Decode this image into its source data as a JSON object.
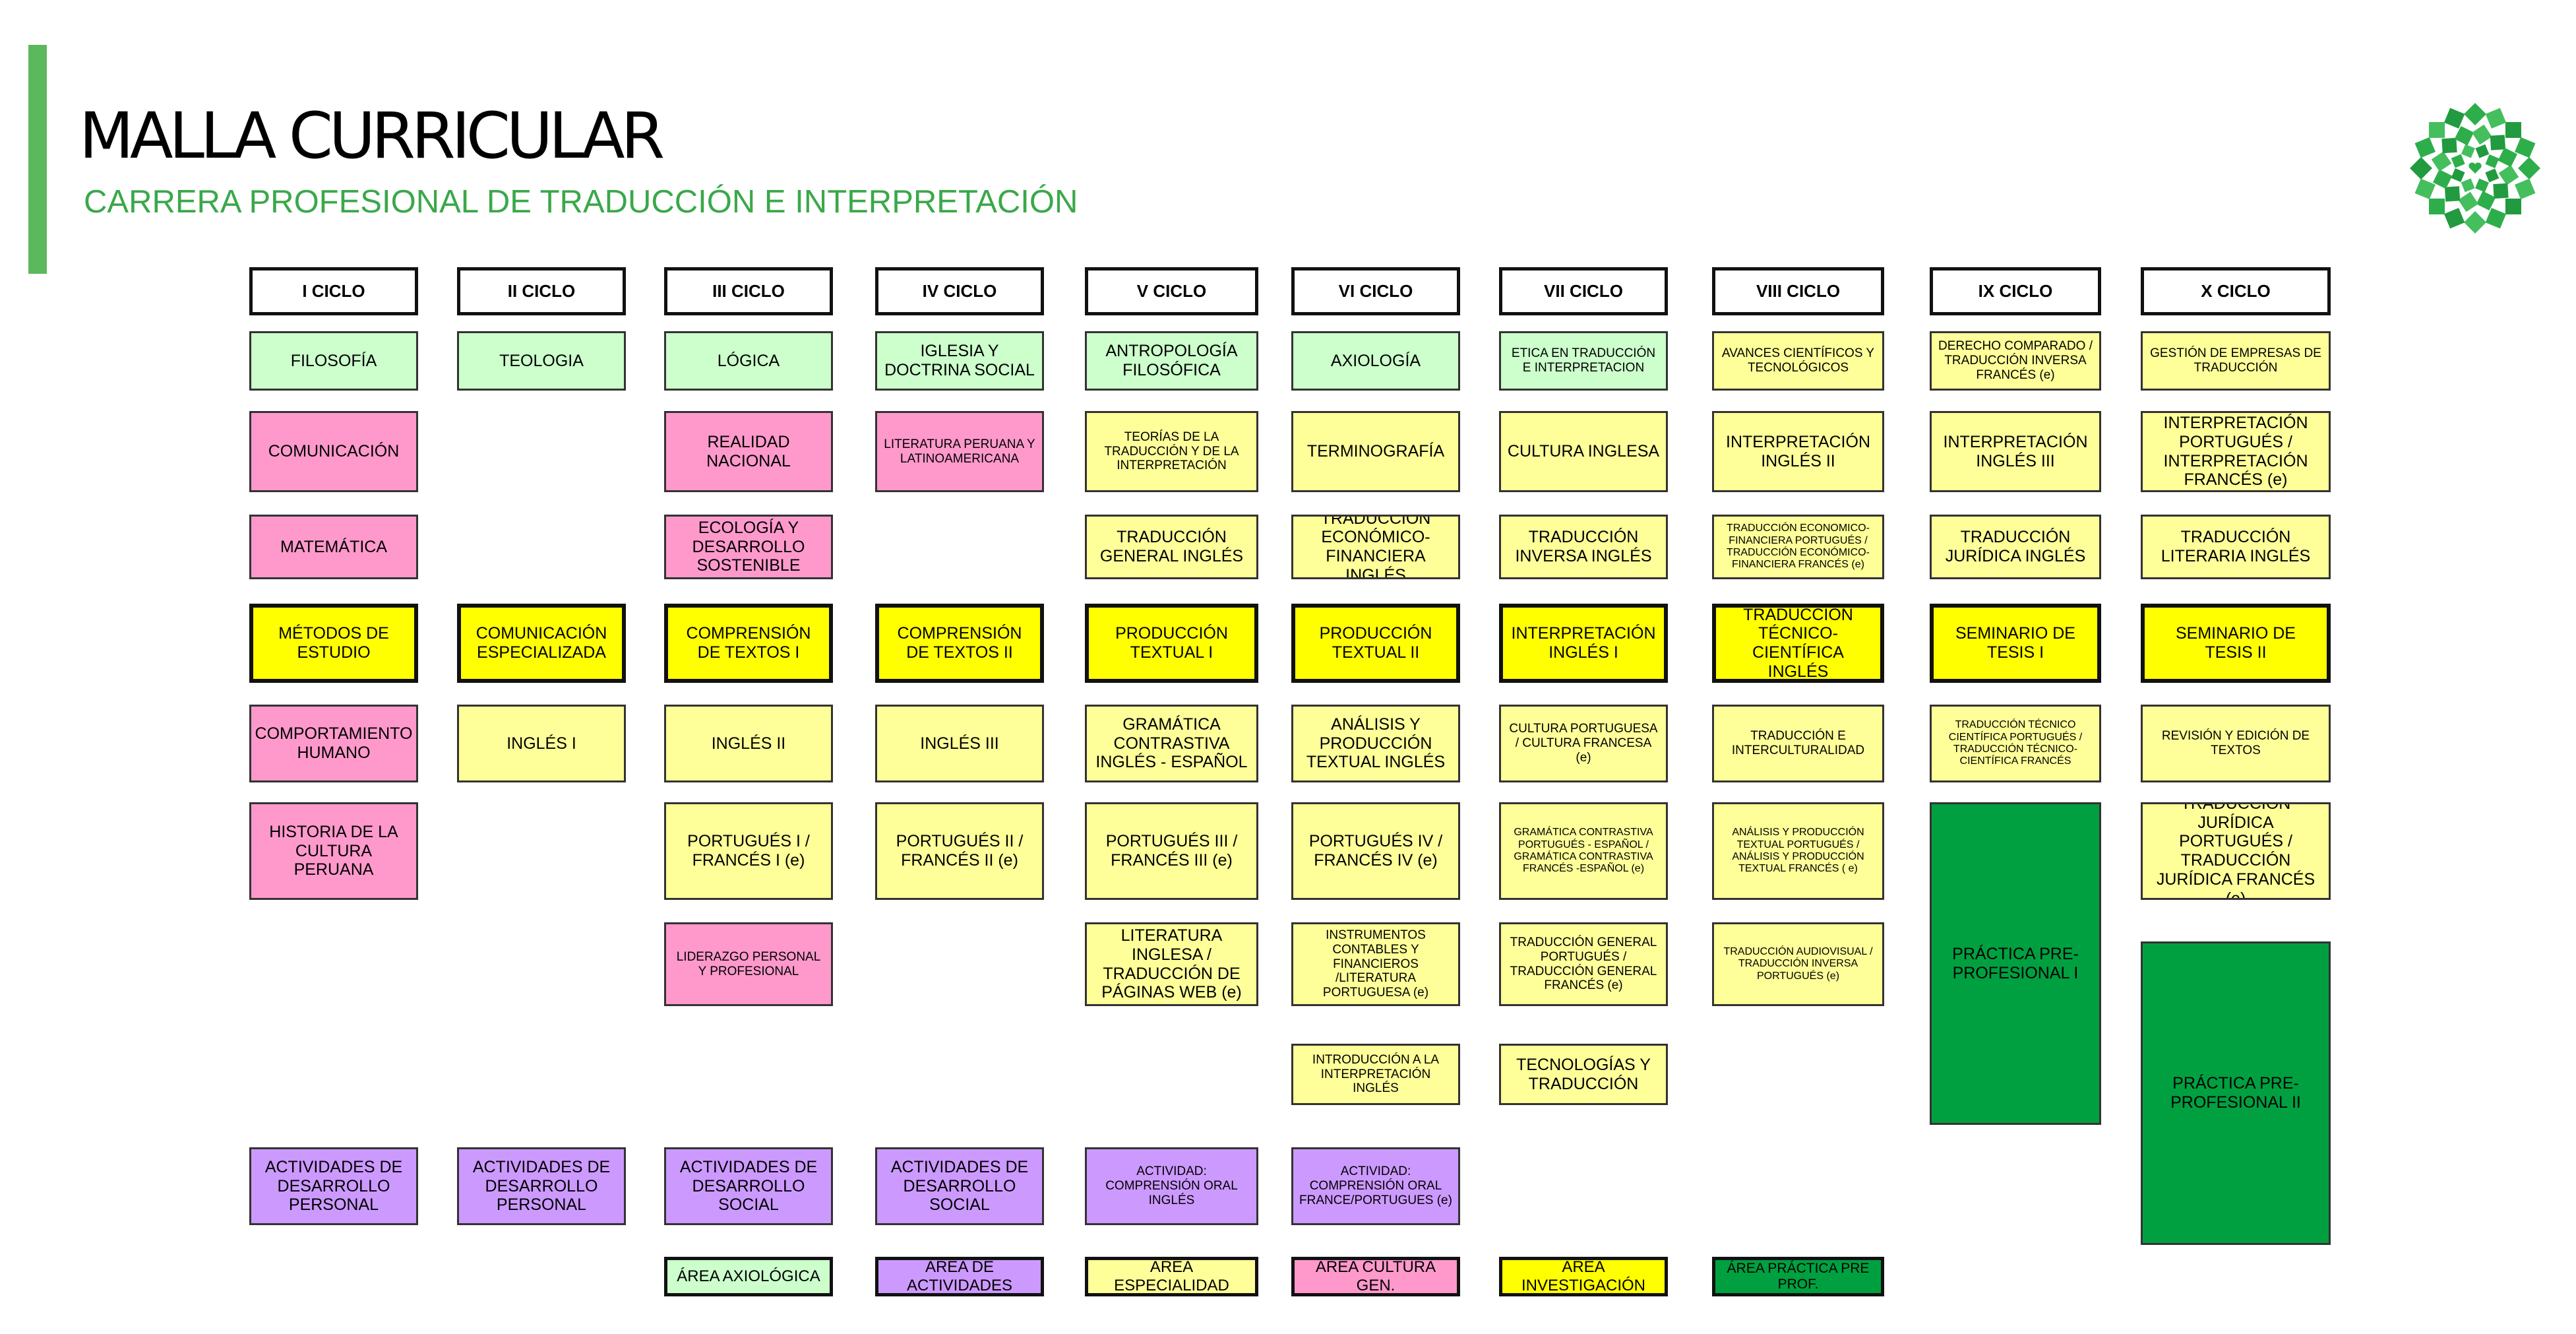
{
  "header": {
    "title": "MALLA CURRICULAR",
    "subtitle": "CARRERA PROFESIONAL DE TRADUCCIÓN E INTERPRETACIÓN"
  },
  "colors": {
    "accent": "#5cb85c",
    "subtitle": "#3aa84a",
    "axiologica": "#ccffcc",
    "cultura_general": "#ff99cc",
    "especialidad": "#ffff99",
    "investigacion": "#ffff00",
    "practica": "#00a040",
    "actividades": "#cc99ff"
  },
  "logo": {
    "icon": "university-emblem-icon"
  },
  "cycles": [
    "I CICLO",
    "II CICLO",
    "III CICLO",
    "IV CICLO",
    "V CICLO",
    "VI CICLO",
    "VII CICLO",
    "VIII CICLO",
    "IX CICLO",
    "X CICLO"
  ],
  "courses": [
    {
      "id": "c1-filosofia",
      "col": 0,
      "row": 0,
      "area": "axiologica",
      "label": "FILOSOFÍA"
    },
    {
      "id": "c1-comunicacion",
      "col": 0,
      "row": 1,
      "area": "cultura_general",
      "label": "COMUNICACIÓN"
    },
    {
      "id": "c1-matematica",
      "col": 0,
      "row": 2,
      "area": "cultura_general",
      "label": "MATEMÁTICA"
    },
    {
      "id": "c1-metodos",
      "col": 0,
      "row": 3,
      "area": "investigacion",
      "label": "MÉTODOS DE ESTUDIO"
    },
    {
      "id": "c1-comportamiento",
      "col": 0,
      "row": 4,
      "area": "cultura_general",
      "label": "COMPORTAMIENTO HUMANO"
    },
    {
      "id": "c1-historia",
      "col": 0,
      "row": 5,
      "area": "cultura_general",
      "label": "HISTORIA DE LA CULTURA PERUANA"
    },
    {
      "id": "c1-actividades",
      "col": 0,
      "row": 8,
      "area": "actividades",
      "label": "ACTIVIDADES DE DESARROLLO PERSONAL"
    },
    {
      "id": "c2-teologia",
      "col": 1,
      "row": 0,
      "area": "axiologica",
      "label": "TEOLOGIA"
    },
    {
      "id": "c2-comunicacion-esp",
      "col": 1,
      "row": 3,
      "area": "investigacion",
      "label": "COMUNICACIÓN ESPECIALIZADA"
    },
    {
      "id": "c2-ingles1",
      "col": 1,
      "row": 4,
      "area": "especialidad",
      "label": "INGLÉS I"
    },
    {
      "id": "c2-actividades",
      "col": 1,
      "row": 8,
      "area": "actividades",
      "label": "ACTIVIDADES DE DESARROLLO PERSONAL"
    },
    {
      "id": "c3-logica",
      "col": 2,
      "row": 0,
      "area": "axiologica",
      "label": "LÓGICA"
    },
    {
      "id": "c3-realidad",
      "col": 2,
      "row": 1,
      "area": "cultura_general",
      "label": "REALIDAD NACIONAL"
    },
    {
      "id": "c3-ecologia",
      "col": 2,
      "row": 2,
      "area": "cultura_general",
      "label": "ECOLOGÍA Y DESARROLLO SOSTENIBLE"
    },
    {
      "id": "c3-comprension1",
      "col": 2,
      "row": 3,
      "area": "investigacion",
      "label": "COMPRENSIÓN DE TEXTOS I"
    },
    {
      "id": "c3-ingles2",
      "col": 2,
      "row": 4,
      "area": "especialidad",
      "label": "INGLÉS II"
    },
    {
      "id": "c3-portugues1",
      "col": 2,
      "row": 5,
      "area": "especialidad",
      "label": "PORTUGUÉS I / FRANCÉS I (e)"
    },
    {
      "id": "c3-liderazgo",
      "col": 2,
      "row": 6,
      "area": "cultura_general",
      "label": "LIDERAZGO PERSONAL Y PROFESIONAL"
    },
    {
      "id": "c3-actividades",
      "col": 2,
      "row": 8,
      "area": "actividades",
      "label": "ACTIVIDADES DE DESARROLLO SOCIAL"
    },
    {
      "id": "c4-iglesia",
      "col": 3,
      "row": 0,
      "area": "axiologica",
      "label": "IGLESIA Y DOCTRINA SOCIAL"
    },
    {
      "id": "c4-literatura",
      "col": 3,
      "row": 1,
      "area": "cultura_general",
      "label": "LITERATURA PERUANA Y LATINOAMERICANA"
    },
    {
      "id": "c4-comprension2",
      "col": 3,
      "row": 3,
      "area": "investigacion",
      "label": "COMPRENSIÓN DE TEXTOS II"
    },
    {
      "id": "c4-ingles3",
      "col": 3,
      "row": 4,
      "area": "especialidad",
      "label": "INGLÉS III"
    },
    {
      "id": "c4-portugues2",
      "col": 3,
      "row": 5,
      "area": "especialidad",
      "label": "PORTUGUÉS II / FRANCÉS II (e)"
    },
    {
      "id": "c4-actividades",
      "col": 3,
      "row": 8,
      "area": "actividades",
      "label": "ACTIVIDADES DE DESARROLLO SOCIAL"
    },
    {
      "id": "c5-antropologia",
      "col": 4,
      "row": 0,
      "area": "axiologica",
      "label": "ANTROPOLOGÍA FILOSÓFICA"
    },
    {
      "id": "c5-teorias",
      "col": 4,
      "row": 1,
      "area": "especialidad",
      "label": "TEORÍAS DE LA TRADUCCIÓN Y DE LA INTERPRETACIÓN"
    },
    {
      "id": "c5-traduccion-general",
      "col": 4,
      "row": 2,
      "area": "especialidad",
      "label": "TRADUCCIÓN GENERAL INGLÉS"
    },
    {
      "id": "c5-produccion1",
      "col": 4,
      "row": 3,
      "area": "investigacion",
      "label": "PRODUCCIÓN TEXTUAL I"
    },
    {
      "id": "c5-gramatica",
      "col": 4,
      "row": 4,
      "area": "especialidad",
      "label": "GRAMÁTICA CONTRASTIVA INGLÉS - ESPAÑOL"
    },
    {
      "id": "c5-portugues3",
      "col": 4,
      "row": 5,
      "area": "especialidad",
      "label": "PORTUGUÉS III / FRANCÉS III (e)"
    },
    {
      "id": "c5-literatura-inglesa",
      "col": 4,
      "row": 6,
      "area": "especialidad",
      "label": "LITERATURA INGLESA / TRADUCCIÓN DE PÁGINAS WEB (e)"
    },
    {
      "id": "c5-actividad",
      "col": 4,
      "row": 8,
      "area": "actividades",
      "label": "ACTIVIDAD: COMPRENSIÓN ORAL INGLÉS"
    },
    {
      "id": "c6-axiologia",
      "col": 5,
      "row": 0,
      "area": "axiologica",
      "label": "AXIOLOGÍA"
    },
    {
      "id": "c6-terminografia",
      "col": 5,
      "row": 1,
      "area": "especialidad",
      "label": "TERMINOGRAFÍA"
    },
    {
      "id": "c6-traduccion-economico",
      "col": 5,
      "row": 2,
      "area": "especialidad",
      "label": "TRADUCCIÓN ECONÓMICO-FINANCIERA INGLÉS"
    },
    {
      "id": "c6-produccion2",
      "col": 5,
      "row": 3,
      "area": "investigacion",
      "label": "PRODUCCIÓN TEXTUAL II"
    },
    {
      "id": "c6-analisis",
      "col": 5,
      "row": 4,
      "area": "especialidad",
      "label": "ANÁLISIS Y PRODUCCIÓN TEXTUAL INGLÉS"
    },
    {
      "id": "c6-portugues4",
      "col": 5,
      "row": 5,
      "area": "especialidad",
      "label": "PORTUGUÉS IV / FRANCÉS IV (e)"
    },
    {
      "id": "c6-instrumentos",
      "col": 5,
      "row": 6,
      "area": "especialidad",
      "label": "INSTRUMENTOS CONTABLES Y FINANCIEROS /LITERATURA PORTUGUESA (e)"
    },
    {
      "id": "c6-introduccion",
      "col": 5,
      "row": 7,
      "area": "especialidad",
      "label": "INTRODUCCIÓN A LA INTERPRETACIÓN INGLÉS"
    },
    {
      "id": "c6-actividad",
      "col": 5,
      "row": 8,
      "area": "actividades",
      "label": "ACTIVIDAD: COMPRENSIÓN ORAL FRANCE/PORTUGUES (e)"
    },
    {
      "id": "c7-etica",
      "col": 6,
      "row": 0,
      "area": "axiologica",
      "label": "ETICA EN TRADUCCIÓN E INTERPRETACION"
    },
    {
      "id": "c7-cultura-inglesa",
      "col": 6,
      "row": 1,
      "area": "especialidad",
      "label": "CULTURA INGLESA"
    },
    {
      "id": "c7-traduccion-inversa",
      "col": 6,
      "row": 2,
      "area": "especialidad",
      "label": "TRADUCCIÓN INVERSA INGLÉS"
    },
    {
      "id": "c7-interpretacion1",
      "col": 6,
      "row": 3,
      "area": "investigacion",
      "label": "INTERPRETACIÓN INGLÉS I"
    },
    {
      "id": "c7-cultura-portuguesa",
      "col": 6,
      "row": 4,
      "area": "especialidad",
      "label": "CULTURA PORTUGUESA / CULTURA FRANCESA (e)"
    },
    {
      "id": "c7-gramatica-portugues",
      "col": 6,
      "row": 5,
      "area": "especialidad",
      "label": "GRAMÁTICA CONTRASTIVA PORTUGUÉS - ESPAÑOL / GRAMÁTICA CONTRASTIVA FRANCÉS -ESPAÑOL (e)"
    },
    {
      "id": "c7-traduccion-general-portugues",
      "col": 6,
      "row": 6,
      "area": "especialidad",
      "label": "TRADUCCIÓN GENERAL PORTUGUÉS / TRADUCCIÓN GENERAL FRANCÉS (e)"
    },
    {
      "id": "c7-tecnologias",
      "col": 6,
      "row": 7,
      "area": "especialidad",
      "label": "TECNOLOGÍAS Y TRADUCCIÓN"
    },
    {
      "id": "c8-avances",
      "col": 7,
      "row": 0,
      "area": "especialidad",
      "label": "AVANCES CIENTÍFICOS Y TECNOLÓGICOS"
    },
    {
      "id": "c8-interpretacion2",
      "col": 7,
      "row": 1,
      "area": "especialidad",
      "label": "INTERPRETACIÓN INGLÉS II"
    },
    {
      "id": "c8-traduccion-economico-portugues",
      "col": 7,
      "row": 2,
      "area": "especialidad",
      "label": "TRADUCCIÓN ECONOMICO-FINANCIERA PORTUGUÉS / TRADUCCIÓN ECONÓMICO-FINANCIERA FRANCÉS (e)"
    },
    {
      "id": "c8-traduccion-tecnico",
      "col": 7,
      "row": 3,
      "area": "investigacion",
      "label": "TRADUCCIÓN TÉCNICO-CIENTÍFICA INGLÉS"
    },
    {
      "id": "c8-traduccion-intercultural",
      "col": 7,
      "row": 4,
      "area": "especialidad",
      "label": "TRADUCCIÓN E INTERCULTURALIDAD"
    },
    {
      "id": "c8-analisis-portugues",
      "col": 7,
      "row": 5,
      "area": "especialidad",
      "label": "ANÁLISIS Y PRODUCCIÓN TEXTUAL PORTUGUÉS / ANÁLISIS Y PRODUCCIÓN TEXTUAL FRANCÉS ( e)"
    },
    {
      "id": "c8-audiovisual",
      "col": 7,
      "row": 6,
      "area": "especialidad",
      "label": "TRADUCCIÓN AUDIOVISUAL / TRADUCCIÓN INVERSA PORTUGUÉS (e)"
    },
    {
      "id": "c9-derecho",
      "col": 8,
      "row": 0,
      "area": "especialidad",
      "label": "DERECHO COMPARADO / TRADUCCIÓN INVERSA FRANCÉS (e)"
    },
    {
      "id": "c9-interpretacion3",
      "col": 8,
      "row": 1,
      "area": "especialidad",
      "label": "INTERPRETACIÓN INGLÉS III"
    },
    {
      "id": "c9-traduccion-juridica",
      "col": 8,
      "row": 2,
      "area": "especialidad",
      "label": "TRADUCCIÓN JURÍDICA INGLÉS"
    },
    {
      "id": "c9-seminario1",
      "col": 8,
      "row": 3,
      "area": "investigacion",
      "label": "SEMINARIO DE TESIS I"
    },
    {
      "id": "c9-traduccion-tecnico-portugues",
      "col": 8,
      "row": 4,
      "area": "especialidad",
      "label": "TRADUCCIÓN TÉCNICO CIENTÍFICA PORTUGUÉS / TRADUCCIÓN TÉCNICO-CIENTÍFICA FRANCÉS"
    },
    {
      "id": "c9-practica1",
      "col": 8,
      "row": 5,
      "area": "practica",
      "label": "PRÁCTICA PRE-PROFESIONAL I"
    },
    {
      "id": "c10-gestion",
      "col": 9,
      "row": 0,
      "area": "especialidad",
      "label": "GESTIÓN DE EMPRESAS DE TRADUCCIÓN"
    },
    {
      "id": "c10-interpretacion-portugues",
      "col": 9,
      "row": 1,
      "area": "especialidad",
      "label": "INTERPRETACIÓN PORTUGUÉS / INTERPRETACIÓN FRANCÉS (e)"
    },
    {
      "id": "c10-traduccion-literaria",
      "col": 9,
      "row": 2,
      "area": "especialidad",
      "label": "TRADUCCIÓN LITERARIA INGLÉS"
    },
    {
      "id": "c10-seminario2",
      "col": 9,
      "row": 3,
      "area": "investigacion",
      "label": "SEMINARIO DE TESIS II"
    },
    {
      "id": "c10-revision",
      "col": 9,
      "row": 4,
      "area": "especialidad",
      "label": "REVISIÓN Y EDICIÓN DE TEXTOS"
    },
    {
      "id": "c10-traduccion-juridica-portugues",
      "col": 9,
      "row": 5,
      "area": "especialidad",
      "label": "TRADUCCIÓN JURÍDICA PORTUGUÉS / TRADUCCIÓN JURÍDICA FRANCÉS (e)"
    },
    {
      "id": "c10-practica2",
      "col": 9,
      "row": 6,
      "area": "practica",
      "label": "PRÁCTICA PRE-PROFESIONAL II"
    }
  ],
  "legend": [
    {
      "area": "axiologica",
      "label": "ÁREA AXIOLÓGICA"
    },
    {
      "area": "actividades",
      "label": "ÁREA DE ACTIVIDADES"
    },
    {
      "area": "especialidad",
      "label": "ÁREA ESPECIALIDAD"
    },
    {
      "area": "cultura_general",
      "label": "ÁREA CULTURA GEN."
    },
    {
      "area": "investigacion",
      "label": "ÁREA INVESTIGACIÓN"
    },
    {
      "area": "practica",
      "label": "ÁREA PRÁCTICA PRE PROF."
    }
  ]
}
